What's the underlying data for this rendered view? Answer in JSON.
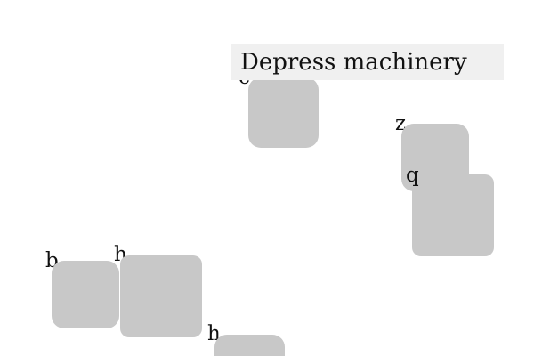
{
  "banner": {
    "title": "Depress machinery"
  },
  "items": {
    "c": {
      "label": "c"
    },
    "z": {
      "label": "z"
    },
    "q": {
      "label": "q"
    },
    "b": {
      "label": "b"
    },
    "h1": {
      "label": "h"
    },
    "h2": {
      "label": "h"
    }
  },
  "colors": {
    "tile": "#c8c8c8",
    "banner_bg": "#f0f0f0"
  }
}
